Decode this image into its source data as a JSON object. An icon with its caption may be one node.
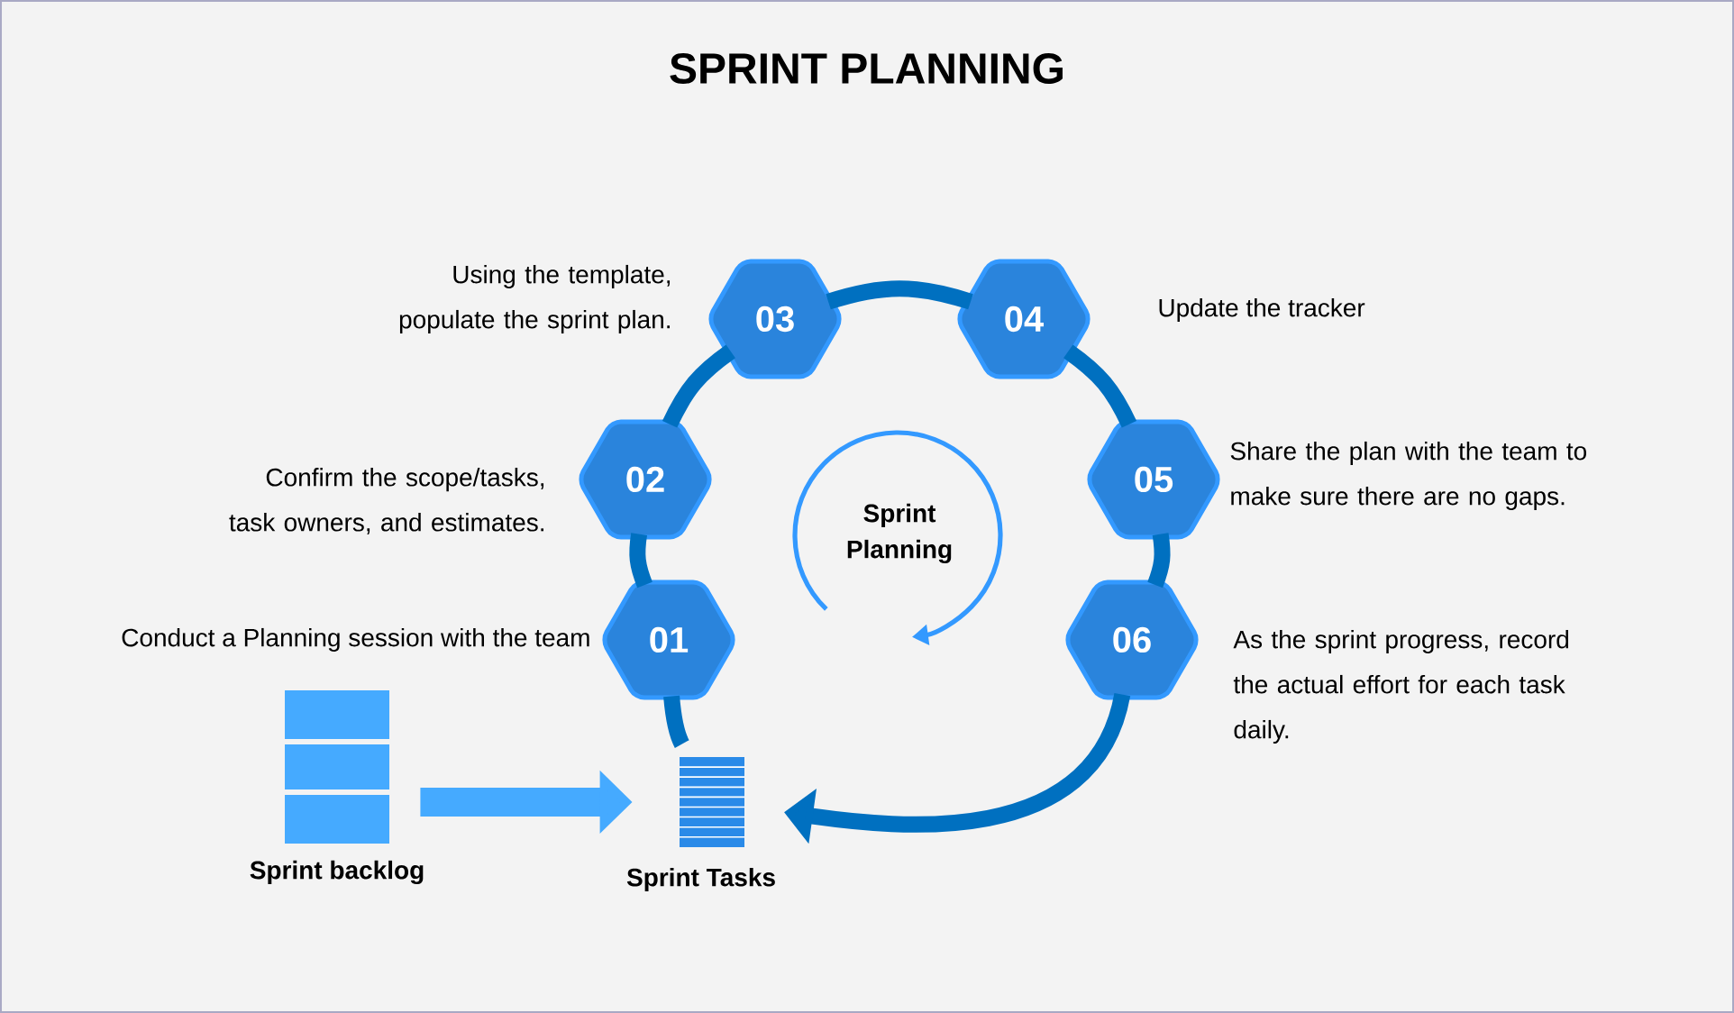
{
  "diagram": {
    "title": "SPRINT PLANNING",
    "nodes": [
      {
        "text": [
          "01"
        ],
        "beside": [
          "Conduct a Planning session with the team"
        ]
      },
      {
        "text": [
          "02"
        ],
        "beside": [
          "Confirm the scope/tasks, task owners, and estimates."
        ]
      },
      {
        "text": [
          "03"
        ],
        "beside": [
          "Using the template, populate the sprint plan."
        ]
      },
      {
        "text": [
          "04"
        ],
        "beside": [
          "Update the tracker"
        ]
      },
      {
        "text": [
          "05"
        ],
        "beside": [
          "Share the plan with the team to make sure there are no gaps."
        ]
      },
      {
        "text": [
          "06"
        ],
        "beside": [
          "As the sprint progress, record the actual effort for each task daily."
        ]
      },
      {
        "text": [
          "Sprint backlog"
        ]
      },
      {
        "text": [
          "Sprint Tasks"
        ]
      }
    ],
    "edges": [
      {
        "from": 6,
        "to": 7,
        "arrow": "to",
        "color": "#45aaff"
      },
      {
        "from": 7,
        "to": 0,
        "arrow": "none"
      },
      {
        "from": 0,
        "to": 1,
        "arrow": "none"
      },
      {
        "from": 1,
        "to": 2,
        "arrow": "none"
      },
      {
        "from": 2,
        "to": 3,
        "arrow": "none"
      },
      {
        "from": 3,
        "to": 4,
        "arrow": "none"
      },
      {
        "from": 4,
        "to": 5,
        "arrow": "none"
      },
      {
        "from": 5,
        "to": 7,
        "arrow": "to"
      }
    ],
    "labels": [
      "Sprint Planning"
    ]
  }
}
